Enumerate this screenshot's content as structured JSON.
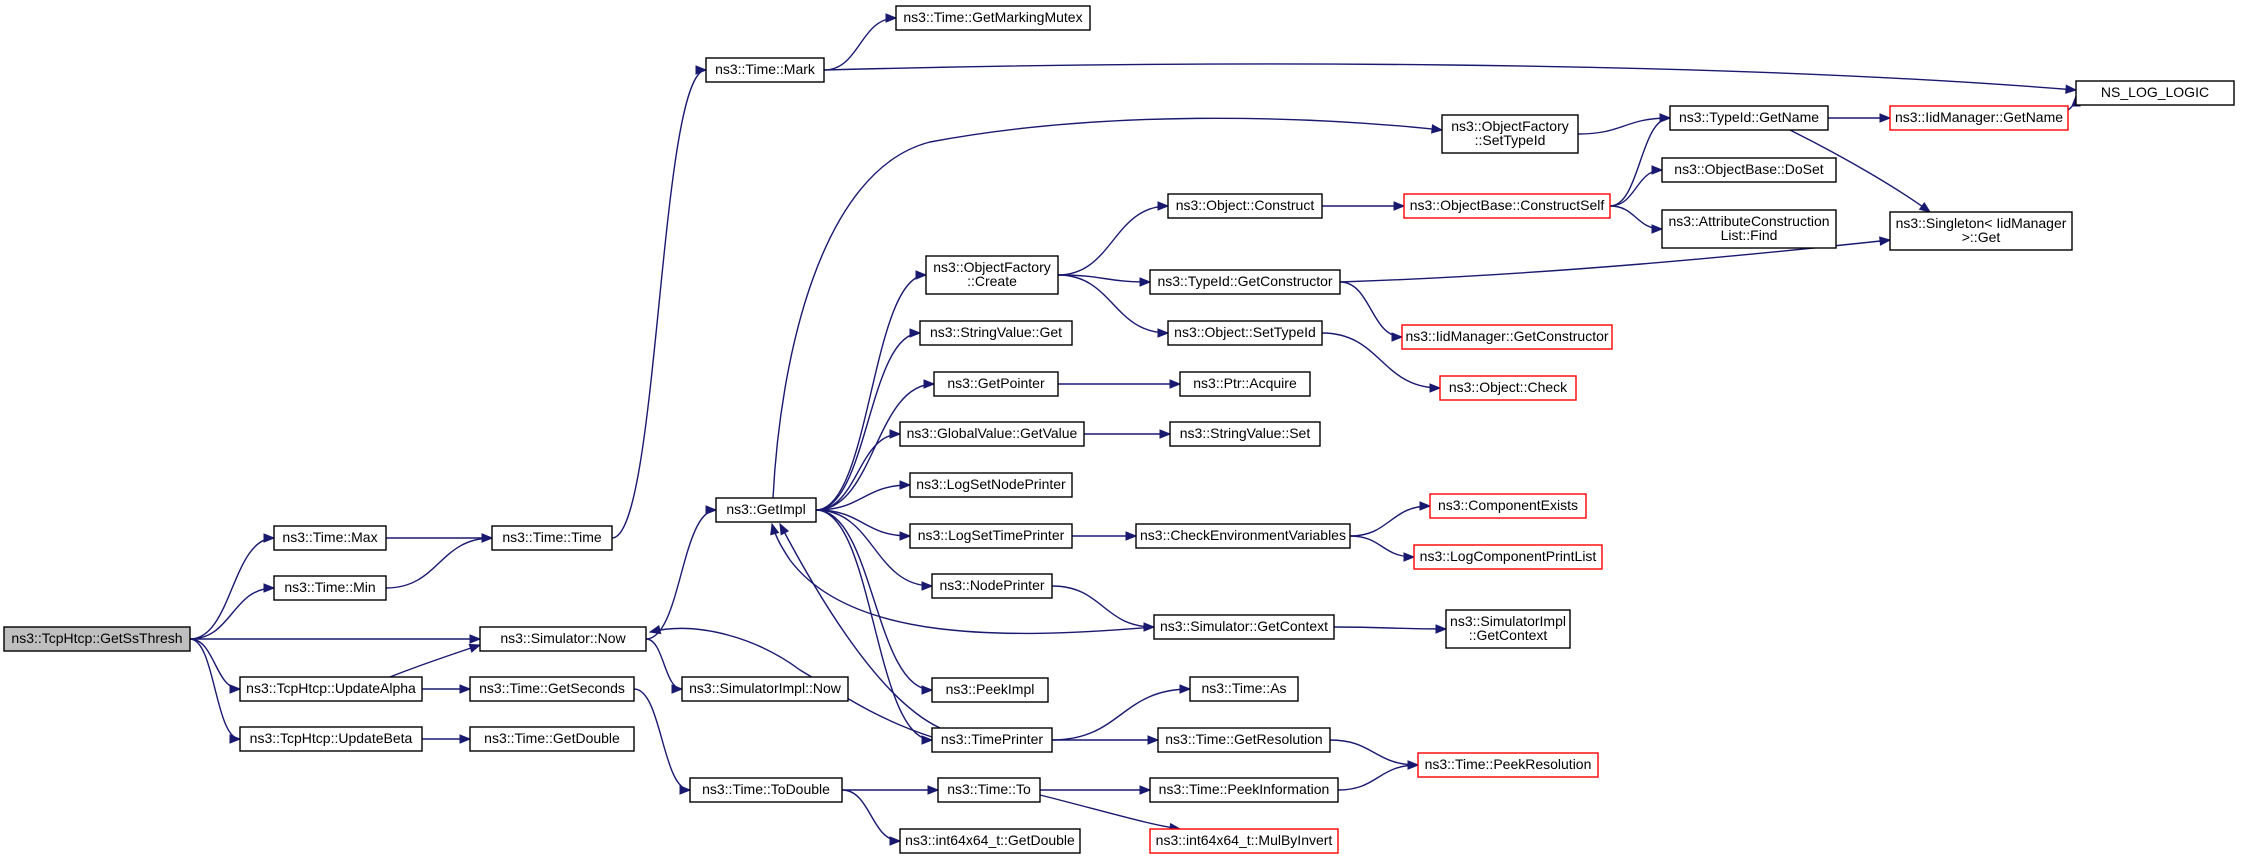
{
  "diagram": {
    "colors": {
      "edge": "#191970",
      "node_border": "#000000",
      "node_border_truncated": "#ff0000",
      "focus_fill": "#bfbfbf",
      "node_fill": "#ffffff"
    },
    "nodes": [
      {
        "id": "n0",
        "lines": [
          "ns3::TcpHtcp::GetSsThresh"
        ],
        "focus": true
      },
      {
        "id": "n1",
        "lines": [
          "ns3::Time::Max"
        ]
      },
      {
        "id": "n2",
        "lines": [
          "ns3::Time::Min"
        ]
      },
      {
        "id": "n3",
        "lines": [
          "ns3::Simulator::Now"
        ]
      },
      {
        "id": "n4",
        "lines": [
          "ns3::TcpHtcp::UpdateAlpha"
        ]
      },
      {
        "id": "n5",
        "lines": [
          "ns3::TcpHtcp::UpdateBeta"
        ]
      },
      {
        "id": "n6",
        "lines": [
          "ns3::Time::Time"
        ]
      },
      {
        "id": "n7",
        "lines": [
          "ns3::Time::GetSeconds"
        ]
      },
      {
        "id": "n8",
        "lines": [
          "ns3::Time::GetDouble"
        ]
      },
      {
        "id": "n9",
        "lines": [
          "ns3::Time::Mark"
        ]
      },
      {
        "id": "n10",
        "lines": [
          "ns3::Time::GetMarkingMutex"
        ]
      },
      {
        "id": "n11",
        "lines": [
          "NS_LOG_LOGIC"
        ]
      },
      {
        "id": "n12",
        "lines": [
          "ns3::GetImpl"
        ]
      },
      {
        "id": "n13",
        "lines": [
          "ns3::SimulatorImpl::Now"
        ]
      },
      {
        "id": "n14",
        "lines": [
          "ns3::Time::ToDouble"
        ]
      },
      {
        "id": "n15",
        "lines": [
          "ns3::Time::To"
        ]
      },
      {
        "id": "n16",
        "lines": [
          "ns3::int64x64_t::GetDouble"
        ]
      },
      {
        "id": "n17",
        "lines": [
          "ns3::ObjectFactory",
          "::Create"
        ]
      },
      {
        "id": "n18",
        "lines": [
          "ns3::StringValue::Get"
        ]
      },
      {
        "id": "n19",
        "lines": [
          "ns3::GetPointer"
        ]
      },
      {
        "id": "n20",
        "lines": [
          "ns3::GlobalValue::GetValue"
        ]
      },
      {
        "id": "n21",
        "lines": [
          "ns3::LogSetNodePrinter"
        ]
      },
      {
        "id": "n22",
        "lines": [
          "ns3::LogSetTimePrinter"
        ]
      },
      {
        "id": "n23",
        "lines": [
          "ns3::NodePrinter"
        ]
      },
      {
        "id": "n24",
        "lines": [
          "ns3::PeekImpl"
        ]
      },
      {
        "id": "n25",
        "lines": [
          "ns3::TimePrinter"
        ]
      },
      {
        "id": "n26",
        "lines": [
          "ns3::Object::Construct"
        ]
      },
      {
        "id": "n27",
        "lines": [
          "ns3::TypeId::GetConstructor"
        ]
      },
      {
        "id": "n28",
        "lines": [
          "ns3::Object::SetTypeId"
        ]
      },
      {
        "id": "n29",
        "lines": [
          "ns3::Ptr::Acquire"
        ]
      },
      {
        "id": "n30",
        "lines": [
          "ns3::StringValue::Set"
        ]
      },
      {
        "id": "n31",
        "lines": [
          "ns3::CheckEnvironmentVariables"
        ]
      },
      {
        "id": "n32",
        "lines": [
          "ns3::Simulator::GetContext"
        ]
      },
      {
        "id": "n33",
        "lines": [
          "ns3::Time::As"
        ]
      },
      {
        "id": "n34",
        "lines": [
          "ns3::Time::GetResolution"
        ]
      },
      {
        "id": "n35",
        "lines": [
          "ns3::Time::PeekInformation"
        ]
      },
      {
        "id": "n36",
        "lines": [
          "ns3::int64x64_t::MulByInvert"
        ],
        "truncated": true
      },
      {
        "id": "n37",
        "lines": [
          "ns3::ObjectFactory",
          "::SetTypeId"
        ]
      },
      {
        "id": "n38",
        "lines": [
          "ns3::ObjectBase::ConstructSelf"
        ],
        "truncated": true
      },
      {
        "id": "n39",
        "lines": [
          "ns3::IidManager::GetConstructor"
        ],
        "truncated": true
      },
      {
        "id": "n40",
        "lines": [
          "ns3::Object::Check"
        ],
        "truncated": true
      },
      {
        "id": "n41",
        "lines": [
          "ns3::ComponentExists"
        ],
        "truncated": true
      },
      {
        "id": "n42",
        "lines": [
          "ns3::LogComponentPrintList"
        ],
        "truncated": true
      },
      {
        "id": "n43",
        "lines": [
          "ns3::SimulatorImpl",
          "::GetContext"
        ]
      },
      {
        "id": "n44",
        "lines": [
          "ns3::Time::PeekResolution"
        ],
        "truncated": true
      },
      {
        "id": "n45",
        "lines": [
          "ns3::TypeId::GetName"
        ]
      },
      {
        "id": "n46",
        "lines": [
          "ns3::ObjectBase::DoSet"
        ]
      },
      {
        "id": "n47",
        "lines": [
          "ns3::AttributeConstruction",
          "List::Find"
        ]
      },
      {
        "id": "n48",
        "lines": [
          "ns3::IidManager::GetName"
        ],
        "truncated": true
      },
      {
        "id": "n49",
        "lines": [
          "ns3::Singleton< IidManager",
          " >::Get"
        ]
      }
    ],
    "edges": [
      [
        "n0",
        "n1"
      ],
      [
        "n0",
        "n2"
      ],
      [
        "n0",
        "n3"
      ],
      [
        "n0",
        "n4"
      ],
      [
        "n0",
        "n5"
      ],
      [
        "n1",
        "n6"
      ],
      [
        "n2",
        "n6"
      ],
      [
        "n6",
        "n9"
      ],
      [
        "n9",
        "n10"
      ],
      [
        "n9",
        "n11"
      ],
      [
        "n3",
        "n12"
      ],
      [
        "n3",
        "n13"
      ],
      [
        "n4",
        "n3"
      ],
      [
        "n4",
        "n7"
      ],
      [
        "n5",
        "n8"
      ],
      [
        "n7",
        "n14"
      ],
      [
        "n14",
        "n15"
      ],
      [
        "n14",
        "n16"
      ],
      [
        "n15",
        "n35"
      ],
      [
        "n15",
        "n36"
      ],
      [
        "n12",
        "n17"
      ],
      [
        "n12",
        "n18"
      ],
      [
        "n12",
        "n19"
      ],
      [
        "n12",
        "n20"
      ],
      [
        "n12",
        "n21"
      ],
      [
        "n12",
        "n22"
      ],
      [
        "n12",
        "n23"
      ],
      [
        "n12",
        "n24"
      ],
      [
        "n12",
        "n25"
      ],
      [
        "n12",
        "n37"
      ],
      [
        "n17",
        "n26"
      ],
      [
        "n17",
        "n27"
      ],
      [
        "n17",
        "n28"
      ],
      [
        "n19",
        "n29"
      ],
      [
        "n20",
        "n30"
      ],
      [
        "n22",
        "n31"
      ],
      [
        "n23",
        "n32"
      ],
      [
        "n32",
        "n12"
      ],
      [
        "n32",
        "n43"
      ],
      [
        "n25",
        "n12"
      ],
      [
        "n25",
        "n3"
      ],
      [
        "n25",
        "n33"
      ],
      [
        "n25",
        "n34"
      ],
      [
        "n31",
        "n41"
      ],
      [
        "n31",
        "n42"
      ],
      [
        "n34",
        "n44"
      ],
      [
        "n35",
        "n44"
      ],
      [
        "n26",
        "n38"
      ],
      [
        "n27",
        "n39"
      ],
      [
        "n27",
        "n49"
      ],
      [
        "n28",
        "n40"
      ],
      [
        "n37",
        "n45"
      ],
      [
        "n38",
        "n45"
      ],
      [
        "n38",
        "n46"
      ],
      [
        "n38",
        "n47"
      ],
      [
        "n45",
        "n48"
      ],
      [
        "n45",
        "n49"
      ],
      [
        "n48",
        "n11"
      ]
    ]
  }
}
